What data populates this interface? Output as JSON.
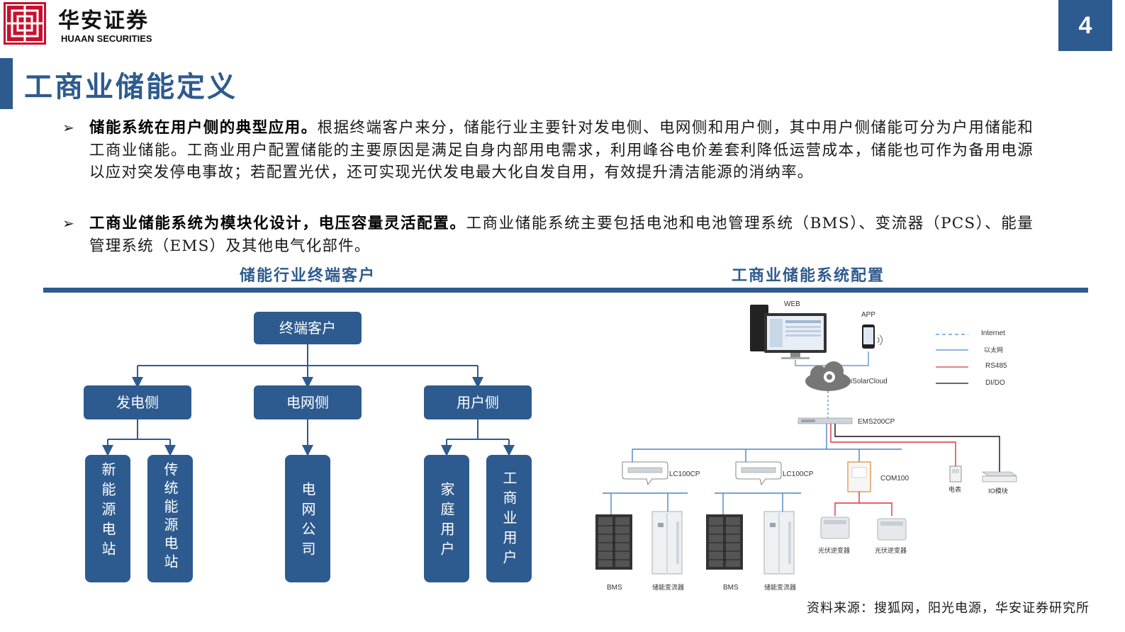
{
  "header": {
    "brand_cn": "华安证券",
    "brand_en": "HUAAN SECURITIES",
    "page_number": "4"
  },
  "page_title": "工商业储能定义",
  "bullets": [
    {
      "bold": "储能系统在用户侧的典型应用。",
      "text": "根据终端客户来分，储能行业主要针对发电侧、电网侧和用户侧，其中用户侧储能可分为户用储能和工商业储能。工商业用户配置储能的主要原因是满足自身内部用电需求，利用峰谷电价差套利降低运营成本，储能也可作为备用电源以应对突发停电事故；若配置光伏，还可实现光伏发电最大化自发自用，有效提升清洁能源的消纳率。"
    },
    {
      "bold": "工商业储能系统为模块化设计，电压容量灵活配置。",
      "text": "工商业储能系统主要包括电池和电池管理系统（BMS）、变流器（PCS）、能量管理系统（EMS）及其他电气化部件。"
    }
  ],
  "sections": {
    "left_heading": "储能行业终端客户",
    "right_heading": "工商业储能系统配置"
  },
  "tree": {
    "root": "终端客户",
    "level2": [
      "发电侧",
      "电网侧",
      "用户侧"
    ],
    "level3": [
      "新能源电站",
      "传统能源电站",
      "电网公司",
      "家庭用户",
      "工商业用户"
    ]
  },
  "system": {
    "web": "WEB",
    "app": "APP",
    "cloud": "iSolarCloud",
    "ems": "EMS200CP",
    "lc1": "LC100CP",
    "lc2": "LC100CP",
    "com": "COM100",
    "meter": "电表",
    "io": "IO模块",
    "bms1": "BMS",
    "pcs1": "储能变流器",
    "bms2": "BMS",
    "pcs2": "储能变流器",
    "inv1": "光伏逆变器",
    "inv2": "光伏逆变器",
    "legend": [
      "Internet",
      "以太网",
      "RS485",
      "DI/DO"
    ],
    "colors": {
      "internet": "#4a86c5",
      "ethernet": "#4a86c5",
      "rs485": "#e0303a",
      "dido": "#111111"
    }
  },
  "source": "资料来源：搜狐网，阳光电源，华安证券研究所",
  "colors": {
    "brand_blue": "#2e5b8f",
    "logo_red": "#c8102e"
  }
}
